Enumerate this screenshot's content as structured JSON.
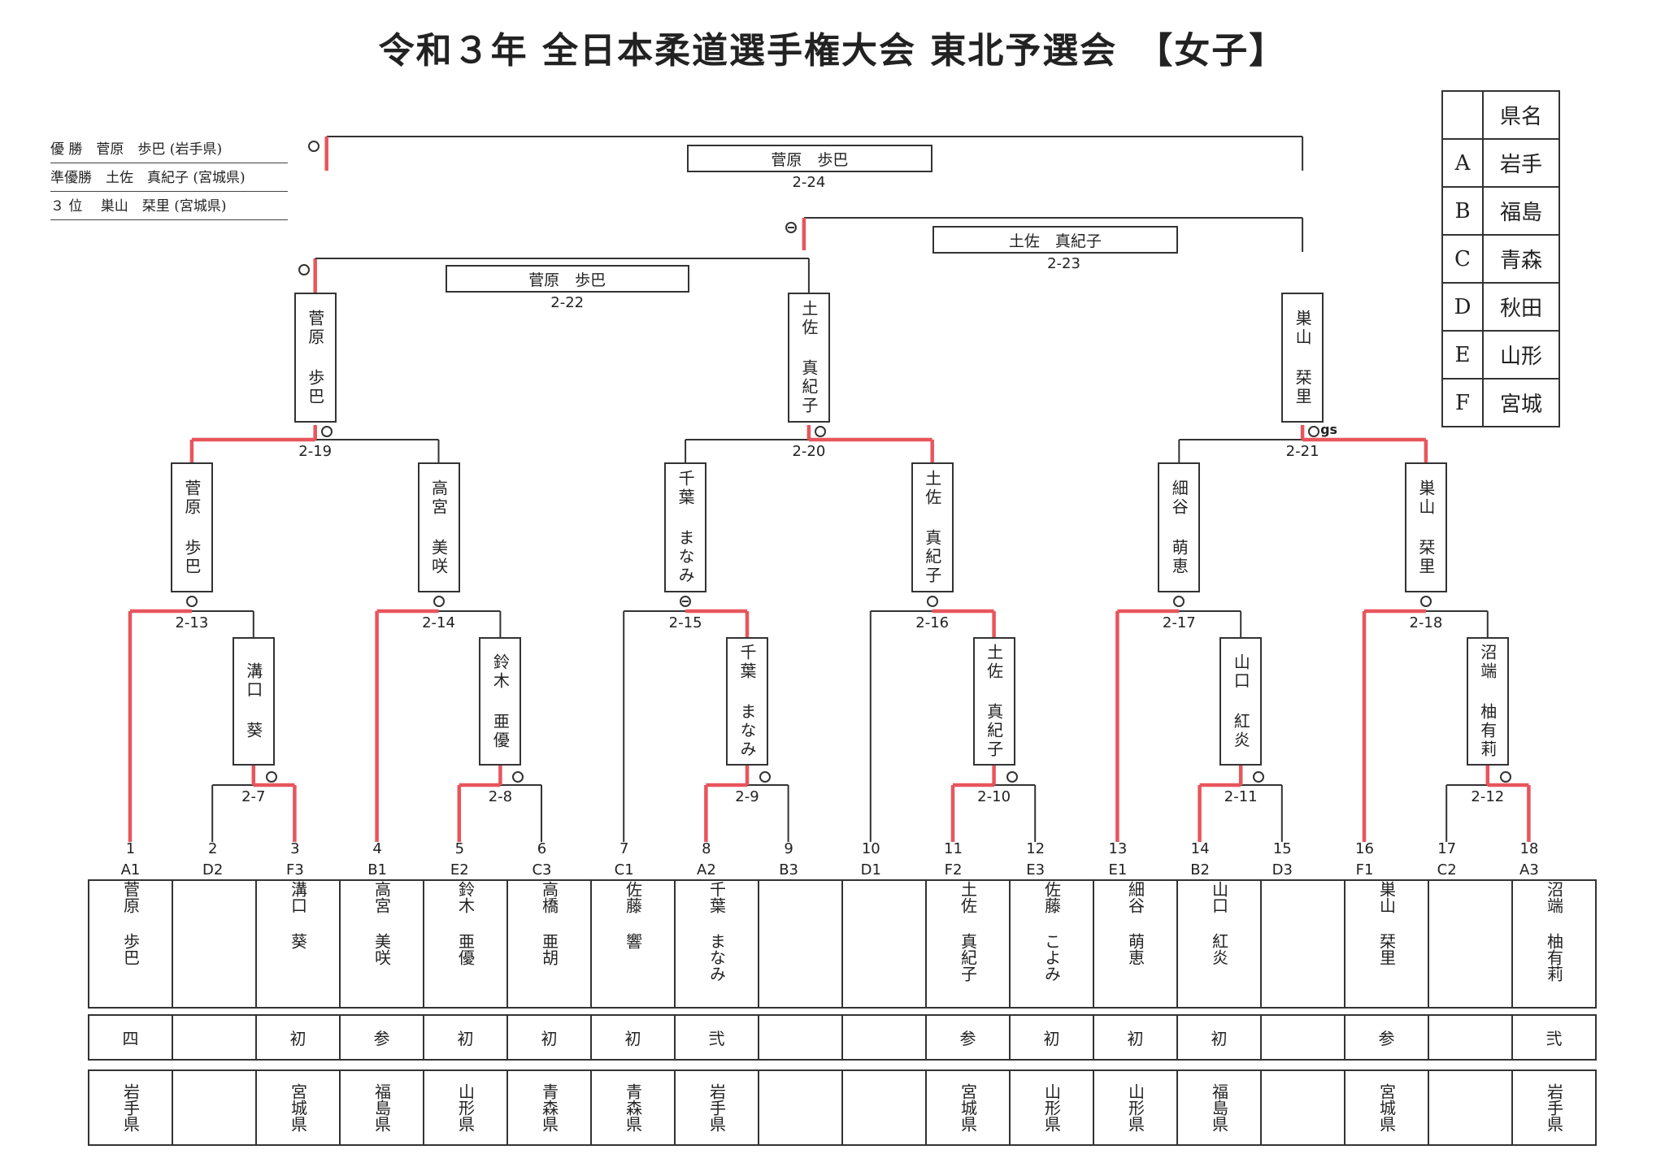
{
  "title": "令和３年 全日本柔道選手権大会 東北予選会　【女子】",
  "results": [
    "優 勝　菅原　歩巴 (岩手県)",
    "準優勝　土佐　真紀子 (宮城県)",
    "３ 位　 巣山　栞里 (宮城県)"
  ],
  "prefectures": {
    "header": "県名",
    "rows": [
      {
        "key": "A",
        "name": "岩手"
      },
      {
        "key": "B",
        "name": "福島"
      },
      {
        "key": "C",
        "name": "青森"
      },
      {
        "key": "D",
        "name": "秋田"
      },
      {
        "key": "E",
        "name": "山形"
      },
      {
        "key": "F",
        "name": "宮城"
      }
    ]
  },
  "entries": [
    {
      "no": "1",
      "seed": "A1",
      "name": "菅原 歩巴",
      "grade": "四",
      "pref": "岩手県"
    },
    {
      "no": "2",
      "seed": "D2",
      "name": "",
      "grade": "",
      "pref": ""
    },
    {
      "no": "3",
      "seed": "F3",
      "name": "溝口 葵",
      "grade": "初",
      "pref": "宮城県"
    },
    {
      "no": "4",
      "seed": "B1",
      "name": "高宮 美咲",
      "grade": "参",
      "pref": "福島県"
    },
    {
      "no": "5",
      "seed": "E2",
      "name": "鈴木 亜優",
      "grade": "初",
      "pref": "山形県"
    },
    {
      "no": "6",
      "seed": "C3",
      "name": "高橋 亜胡",
      "grade": "初",
      "pref": "青森県"
    },
    {
      "no": "7",
      "seed": "C1",
      "name": "佐藤 響",
      "grade": "初",
      "pref": "青森県"
    },
    {
      "no": "8",
      "seed": "A2",
      "name": "千葉 まなみ",
      "grade": "弐",
      "pref": "岩手県"
    },
    {
      "no": "9",
      "seed": "B3",
      "name": "",
      "grade": "",
      "pref": ""
    },
    {
      "no": "10",
      "seed": "D1",
      "name": "",
      "grade": "",
      "pref": ""
    },
    {
      "no": "11",
      "seed": "F2",
      "name": "土佐 真紀子",
      "grade": "参",
      "pref": "宮城県"
    },
    {
      "no": "12",
      "seed": "E3",
      "name": "佐藤 こよみ",
      "grade": "初",
      "pref": "山形県"
    },
    {
      "no": "13",
      "seed": "E1",
      "name": "細谷 萌恵",
      "grade": "初",
      "pref": "山形県"
    },
    {
      "no": "14",
      "seed": "B2",
      "name": "山口 紅炎",
      "grade": "初",
      "pref": "福島県"
    },
    {
      "no": "15",
      "seed": "D3",
      "name": "",
      "grade": "",
      "pref": ""
    },
    {
      "no": "16",
      "seed": "F1",
      "name": "巣山 栞里",
      "grade": "参",
      "pref": "宮城県"
    },
    {
      "no": "17",
      "seed": "C2",
      "name": "",
      "grade": "",
      "pref": ""
    },
    {
      "no": "18",
      "seed": "A3",
      "name": "沼端 柚有莉",
      "grade": "弐",
      "pref": "岩手県"
    }
  ],
  "bouts": {
    "b7": {
      "label": "2-7",
      "winner": "溝口 葵"
    },
    "b8": {
      "label": "2-8",
      "winner": "鈴木 亜優"
    },
    "b9": {
      "label": "2-9",
      "winner": "千葉 まなみ"
    },
    "b10": {
      "label": "2-10",
      "winner": "土佐 真紀子"
    },
    "b11": {
      "label": "2-11",
      "winner": "山口 紅炎"
    },
    "b12": {
      "label": "2-12",
      "winner": "沼端 柚有莉"
    },
    "b13": {
      "label": "2-13",
      "winner": "菅原 歩巴"
    },
    "b14": {
      "label": "2-14",
      "winner": "高宮 美咲"
    },
    "b15": {
      "label": "2-15",
      "winner": "千葉 まなみ"
    },
    "b16": {
      "label": "2-16",
      "winner": "土佐 真紀子"
    },
    "b17": {
      "label": "2-17",
      "winner": "細谷 萌恵"
    },
    "b18": {
      "label": "2-18",
      "winner": "巣山 栞里"
    },
    "b19": {
      "label": "2-19",
      "winner": "菅原 歩巴"
    },
    "b20": {
      "label": "2-20",
      "winner": "土佐 真紀子"
    },
    "b21": {
      "label": "2-21",
      "winner": "巣山 栞里"
    },
    "b22": {
      "label": "2-22",
      "winner": "菅原　歩巴"
    },
    "b23": {
      "label": "2-23",
      "winner": "土佐　真紀子"
    },
    "b24": {
      "label": "2-24",
      "winner": "菅原　歩巴"
    }
  },
  "gs_label": "gs",
  "colors": {
    "win_line": "#e8555c",
    "line": "#333333"
  }
}
